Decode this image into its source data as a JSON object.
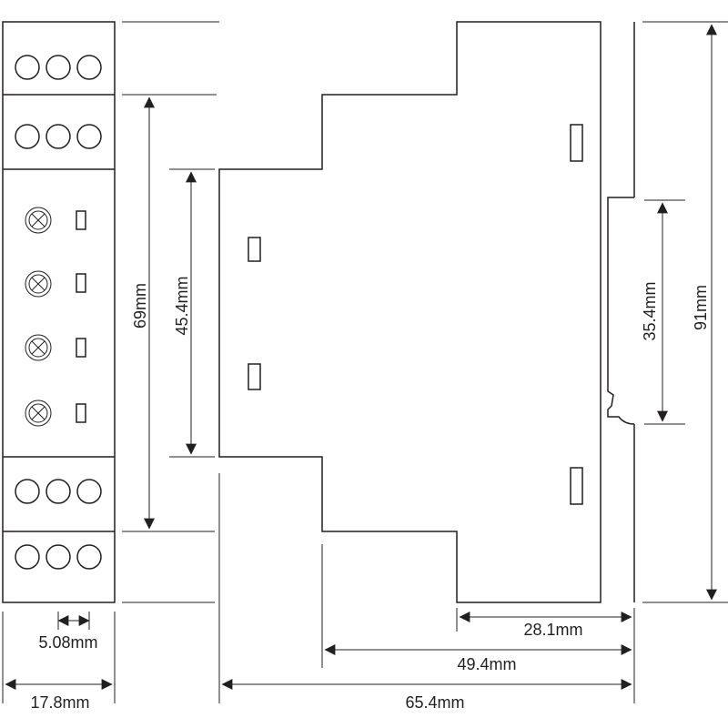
{
  "dimensions": {
    "terminal_pitch": "5.08mm",
    "front_width": "17.8mm",
    "front_height": "69mm",
    "window_height": "45.4mm",
    "rail_height": "35.4mm",
    "total_height": "91mm",
    "depth_small": "28.1mm",
    "depth_mid": "49.4mm",
    "depth_total": "65.4mm"
  },
  "colors": {
    "line": "#231f20",
    "background": "#ffffff"
  },
  "icons": [
    "terminal-screw-icon",
    "led-indicator-icon",
    "led-window-icon",
    "latch-slot-icon"
  ]
}
